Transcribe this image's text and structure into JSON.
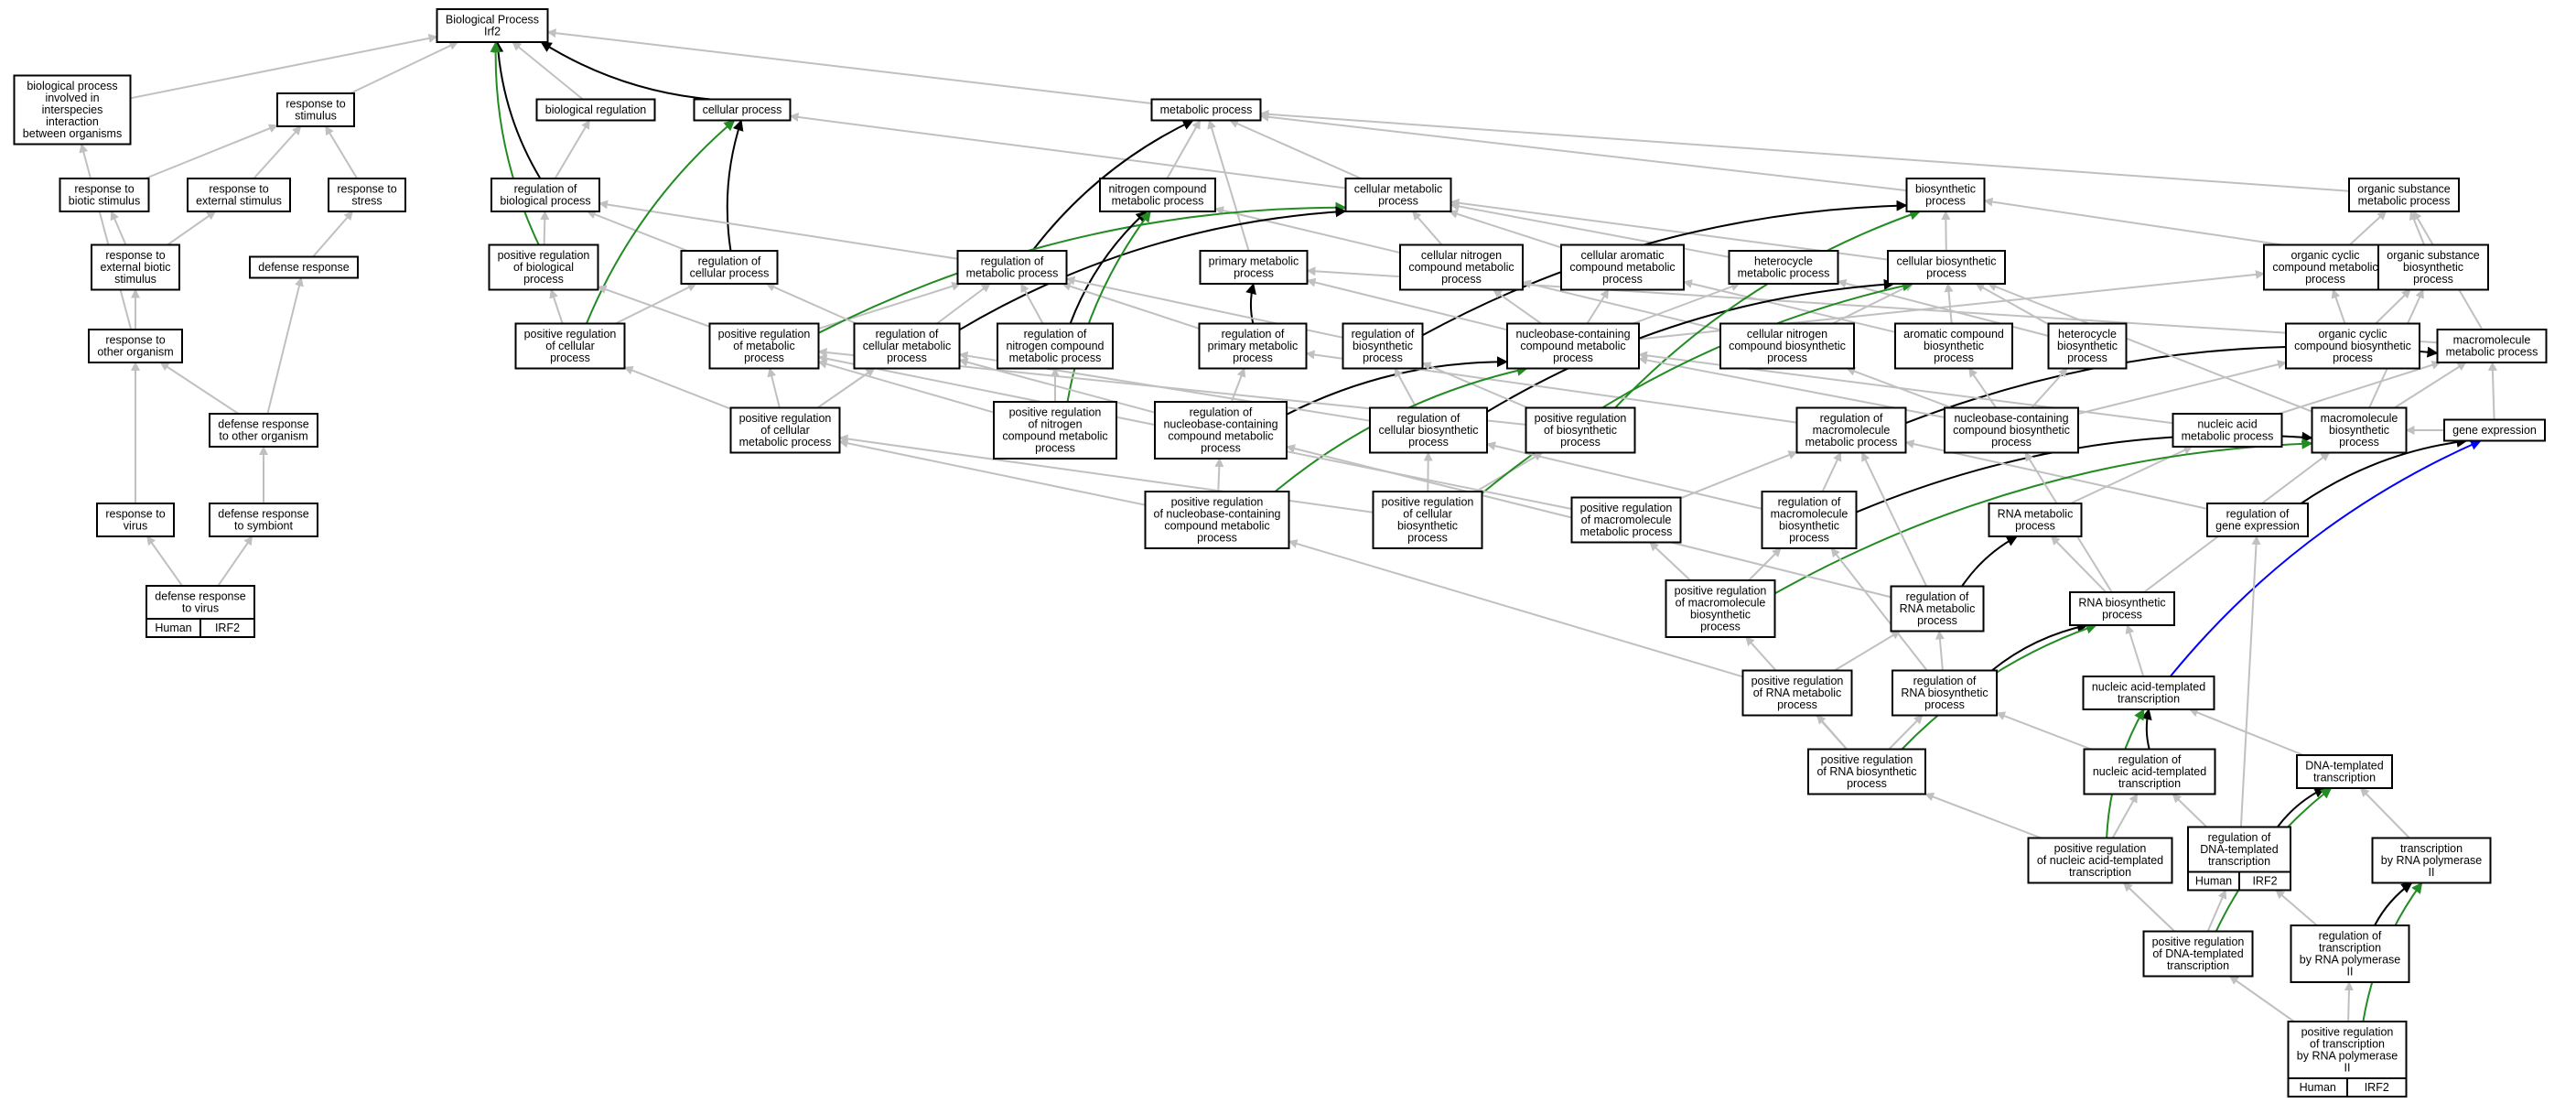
{
  "colors": {
    "default": "#c0c0c0",
    "direct": "#000000",
    "positive": "#228b22",
    "other": "#0000ff",
    "badge": "#f0553f"
  },
  "nodes": [
    {
      "id": "bp",
      "lines": [
        "Biological Process",
        "Irf2"
      ]
    },
    {
      "id": "bpinv",
      "lines": [
        "biological process",
        "involved in",
        "interspecies",
        "interaction",
        "between organisms"
      ]
    },
    {
      "id": "rstim",
      "lines": [
        "response to",
        "stimulus"
      ]
    },
    {
      "id": "breg",
      "lines": [
        "biological regulation"
      ]
    },
    {
      "id": "cproc",
      "lines": [
        "cellular process"
      ]
    },
    {
      "id": "mproc",
      "lines": [
        "metabolic process"
      ]
    },
    {
      "id": "rbiot",
      "lines": [
        "response to",
        "biotic stimulus"
      ]
    },
    {
      "id": "rext",
      "lines": [
        "response to",
        "external stimulus"
      ]
    },
    {
      "id": "rstress",
      "lines": [
        "response to",
        "stress"
      ]
    },
    {
      "id": "regbp",
      "lines": [
        "regulation of",
        "biological process"
      ]
    },
    {
      "id": "ncmp",
      "lines": [
        "nitrogen compound",
        "metabolic process"
      ]
    },
    {
      "id": "cmp",
      "lines": [
        "cellular metabolic",
        "process"
      ]
    },
    {
      "id": "biosyn",
      "lines": [
        "biosynthetic",
        "process"
      ]
    },
    {
      "id": "osmp",
      "lines": [
        "organic substance",
        "metabolic process"
      ]
    },
    {
      "id": "rextbiot",
      "lines": [
        "response to",
        "external biotic",
        "stimulus"
      ]
    },
    {
      "id": "defresp",
      "lines": [
        "defense response"
      ]
    },
    {
      "id": "posregbp",
      "lines": [
        "positive regulation",
        "of biological",
        "process"
      ]
    },
    {
      "id": "regcp",
      "lines": [
        "regulation of",
        "cellular process"
      ]
    },
    {
      "id": "regmp",
      "lines": [
        "regulation of",
        "metabolic process"
      ]
    },
    {
      "id": "pmp",
      "lines": [
        "primary metabolic",
        "process"
      ]
    },
    {
      "id": "cncmp",
      "lines": [
        "cellular nitrogen",
        "compound metabolic",
        "process"
      ]
    },
    {
      "id": "camp",
      "lines": [
        "cellular aromatic",
        "compound metabolic",
        "process"
      ]
    },
    {
      "id": "hmp",
      "lines": [
        "heterocycle",
        "metabolic process"
      ]
    },
    {
      "id": "cbp",
      "lines": [
        "cellular biosynthetic",
        "process"
      ]
    },
    {
      "id": "occmp",
      "lines": [
        "organic cyclic",
        "compound metabolic",
        "process"
      ]
    },
    {
      "id": "osbp",
      "lines": [
        "organic substance",
        "biosynthetic",
        "process"
      ]
    },
    {
      "id": "rother",
      "lines": [
        "response to",
        "other organism"
      ]
    },
    {
      "id": "posregcp",
      "lines": [
        "positive regulation",
        "of cellular",
        "process"
      ]
    },
    {
      "id": "posregmp",
      "lines": [
        "positive regulation",
        "of metabolic",
        "process"
      ]
    },
    {
      "id": "regcmp",
      "lines": [
        "regulation of",
        "cellular metabolic",
        "process"
      ]
    },
    {
      "id": "regncmp",
      "lines": [
        "regulation of",
        "nitrogen compound",
        "metabolic process"
      ]
    },
    {
      "id": "regpmp",
      "lines": [
        "regulation of",
        "primary metabolic",
        "process"
      ]
    },
    {
      "id": "regbiosyn",
      "lines": [
        "regulation of",
        "biosynthetic",
        "process"
      ]
    },
    {
      "id": "nbcmp",
      "lines": [
        "nucleobase-containing",
        "compound metabolic",
        "process"
      ]
    },
    {
      "id": "cncbp",
      "lines": [
        "cellular nitrogen",
        "compound biosynthetic",
        "process"
      ]
    },
    {
      "id": "acbp",
      "lines": [
        "aromatic compound",
        "biosynthetic",
        "process"
      ]
    },
    {
      "id": "hbp",
      "lines": [
        "heterocycle",
        "biosynthetic",
        "process"
      ]
    },
    {
      "id": "occbp",
      "lines": [
        "organic cyclic",
        "compound biosynthetic",
        "process"
      ]
    },
    {
      "id": "mmp",
      "lines": [
        "macromolecule",
        "metabolic process"
      ]
    },
    {
      "id": "defother",
      "lines": [
        "defense response",
        "to other organism"
      ]
    },
    {
      "id": "posregcmp",
      "lines": [
        "positive regulation",
        "of cellular",
        "metabolic process"
      ]
    },
    {
      "id": "posregncmp",
      "lines": [
        "positive regulation",
        "of nitrogen",
        "compound metabolic",
        "process"
      ]
    },
    {
      "id": "regnbcmp",
      "lines": [
        "regulation of",
        "nucleobase-containing",
        "compound metabolic",
        "process"
      ]
    },
    {
      "id": "regcbp",
      "lines": [
        "regulation of",
        "cellular biosynthetic",
        "process"
      ]
    },
    {
      "id": "posregbiosyn",
      "lines": [
        "positive regulation",
        "of biosynthetic",
        "process"
      ]
    },
    {
      "id": "regmmp",
      "lines": [
        "regulation of",
        "macromolecule",
        "metabolic process"
      ]
    },
    {
      "id": "nbcbp",
      "lines": [
        "nucleobase-containing",
        "compound biosynthetic",
        "process"
      ]
    },
    {
      "id": "namp",
      "lines": [
        "nucleic acid",
        "metabolic process"
      ]
    },
    {
      "id": "mbp",
      "lines": [
        "macromolecule",
        "biosynthetic",
        "process"
      ]
    },
    {
      "id": "gexp",
      "lines": [
        "gene expression"
      ]
    },
    {
      "id": "rvirus",
      "lines": [
        "response to",
        "virus"
      ]
    },
    {
      "id": "defsym",
      "lines": [
        "defense response",
        "to symbiont"
      ]
    },
    {
      "id": "posregnbcmp",
      "lines": [
        "positive regulation",
        "of nucleobase-containing",
        "compound metabolic",
        "process"
      ]
    },
    {
      "id": "posregcbp",
      "lines": [
        "positive regulation",
        "of cellular",
        "biosynthetic",
        "process"
      ]
    },
    {
      "id": "posregmmp",
      "lines": [
        "positive regulation",
        "of macromolecule",
        "metabolic process"
      ]
    },
    {
      "id": "regmbp",
      "lines": [
        "regulation of",
        "macromolecule",
        "biosynthetic",
        "process"
      ]
    },
    {
      "id": "rnamp",
      "lines": [
        "RNA metabolic",
        "process"
      ]
    },
    {
      "id": "reggexp",
      "lines": [
        "regulation of",
        "gene expression"
      ]
    },
    {
      "id": "defvirus",
      "lines": [
        "defense response",
        "to virus"
      ],
      "badge": [
        "Human",
        "IRF2"
      ]
    },
    {
      "id": "posregmbp",
      "lines": [
        "positive regulation",
        "of macromolecule",
        "biosynthetic",
        "process"
      ]
    },
    {
      "id": "regrnamp",
      "lines": [
        "regulation of",
        "RNA metabolic",
        "process"
      ]
    },
    {
      "id": "rnabp",
      "lines": [
        "RNA biosynthetic",
        "process"
      ]
    },
    {
      "id": "posregrnamp",
      "lines": [
        "positive regulation",
        "of RNA metabolic",
        "process"
      ]
    },
    {
      "id": "regrnabp",
      "lines": [
        "regulation of",
        "RNA biosynthetic",
        "process"
      ]
    },
    {
      "id": "natt",
      "lines": [
        "nucleic acid-templated",
        "transcription"
      ]
    },
    {
      "id": "posregrnabp",
      "lines": [
        "positive regulation",
        "of RNA biosynthetic",
        "process"
      ]
    },
    {
      "id": "regnatt",
      "lines": [
        "regulation of",
        "nucleic acid-templated",
        "transcription"
      ]
    },
    {
      "id": "dnatt",
      "lines": [
        "DNA-templated",
        "transcription"
      ]
    },
    {
      "id": "regdnatt",
      "lines": [
        "regulation of",
        "DNA-templated",
        "transcription"
      ],
      "badge": [
        "Human",
        "IRF2"
      ]
    },
    {
      "id": "posregnatt",
      "lines": [
        "positive regulation",
        "of nucleic acid-templated",
        "transcription"
      ]
    },
    {
      "id": "trnapol",
      "lines": [
        "transcription",
        "by RNA polymerase",
        "II"
      ]
    },
    {
      "id": "posregdnatt",
      "lines": [
        "positive regulation",
        "of DNA-templated",
        "transcription"
      ]
    },
    {
      "id": "regtrnapol",
      "lines": [
        "regulation of",
        "transcription",
        "by RNA polymerase",
        "II"
      ]
    },
    {
      "id": "posregtrnapol",
      "lines": [
        "positive regulation",
        "of transcription",
        "by RNA polymerase",
        "II"
      ],
      "badge": [
        "Human",
        "IRF2"
      ]
    }
  ],
  "edges": [
    [
      "bpinv",
      "bp",
      "d"
    ],
    [
      "rstim",
      "bp",
      "d"
    ],
    [
      "breg",
      "bp",
      "d"
    ],
    [
      "cproc",
      "bp",
      "k"
    ],
    [
      "mproc",
      "bp",
      "d"
    ],
    [
      "rbiot",
      "rstim",
      "d"
    ],
    [
      "rext",
      "rstim",
      "d"
    ],
    [
      "rstress",
      "rstim",
      "d"
    ],
    [
      "regbp",
      "breg",
      "d"
    ],
    [
      "regbp",
      "bp",
      "k"
    ],
    [
      "ncmp",
      "mproc",
      "d"
    ],
    [
      "cmp",
      "mproc",
      "d"
    ],
    [
      "cmp",
      "cproc",
      "d"
    ],
    [
      "biosyn",
      "mproc",
      "d"
    ],
    [
      "osmp",
      "mproc",
      "d"
    ],
    [
      "rextbiot",
      "rbiot",
      "d"
    ],
    [
      "rextbiot",
      "rext",
      "d"
    ],
    [
      "defresp",
      "rstress",
      "d"
    ],
    [
      "posregbp",
      "regbp",
      "d"
    ],
    [
      "posregbp",
      "bp",
      "g"
    ],
    [
      "regcp",
      "regbp",
      "d"
    ],
    [
      "regcp",
      "cproc",
      "k"
    ],
    [
      "regmp",
      "regbp",
      "d"
    ],
    [
      "regmp",
      "mproc",
      "k"
    ],
    [
      "pmp",
      "mproc",
      "d"
    ],
    [
      "cncmp",
      "ncmp",
      "d"
    ],
    [
      "cncmp",
      "cmp",
      "d"
    ],
    [
      "camp",
      "cmp",
      "d"
    ],
    [
      "hmp",
      "cmp",
      "d"
    ],
    [
      "cbp",
      "cmp",
      "d"
    ],
    [
      "cbp",
      "biosyn",
      "d"
    ],
    [
      "occmp",
      "osmp",
      "d"
    ],
    [
      "osbp",
      "osmp",
      "d"
    ],
    [
      "osbp",
      "biosyn",
      "d"
    ],
    [
      "rother",
      "bpinv",
      "d"
    ],
    [
      "rother",
      "rextbiot",
      "d"
    ],
    [
      "posregcp",
      "regcp",
      "d"
    ],
    [
      "posregcp",
      "cproc",
      "g"
    ],
    [
      "posregcp",
      "posregbp",
      "d"
    ],
    [
      "posregmp",
      "regmp",
      "d"
    ],
    [
      "posregmp",
      "posregbp",
      "d"
    ],
    [
      "posregmp",
      "cmp",
      "g"
    ],
    [
      "regcmp",
      "regmp",
      "d"
    ],
    [
      "regcmp",
      "regcp",
      "d"
    ],
    [
      "regcmp",
      "cmp",
      "k"
    ],
    [
      "regncmp",
      "regmp",
      "d"
    ],
    [
      "regncmp",
      "ncmp",
      "k"
    ],
    [
      "regpmp",
      "regmp",
      "d"
    ],
    [
      "regpmp",
      "pmp",
      "k"
    ],
    [
      "regbiosyn",
      "regmp",
      "d"
    ],
    [
      "regbiosyn",
      "biosyn",
      "k"
    ],
    [
      "nbcmp",
      "cncmp",
      "d"
    ],
    [
      "nbcmp",
      "camp",
      "d"
    ],
    [
      "nbcmp",
      "hmp",
      "d"
    ],
    [
      "nbcmp",
      "pmp",
      "d"
    ],
    [
      "nbcmp",
      "occmp",
      "d"
    ],
    [
      "cncbp",
      "cncmp",
      "d"
    ],
    [
      "cncbp",
      "cbp",
      "d"
    ],
    [
      "acbp",
      "camp",
      "d"
    ],
    [
      "acbp",
      "cbp",
      "d"
    ],
    [
      "hbp",
      "hmp",
      "d"
    ],
    [
      "hbp",
      "cbp",
      "d"
    ],
    [
      "occbp",
      "occmp",
      "d"
    ],
    [
      "occbp",
      "osbp",
      "d"
    ],
    [
      "mmp",
      "pmp",
      "d"
    ],
    [
      "mmp",
      "osmp",
      "d"
    ],
    [
      "defother",
      "rother",
      "d"
    ],
    [
      "defother",
      "defresp",
      "d"
    ],
    [
      "posregcmp",
      "posregmp",
      "d"
    ],
    [
      "posregcmp",
      "regcmp",
      "d"
    ],
    [
      "posregcmp",
      "posregcp",
      "d"
    ],
    [
      "posregncmp",
      "posregmp",
      "d"
    ],
    [
      "posregncmp",
      "regncmp",
      "d"
    ],
    [
      "posregncmp",
      "ncmp",
      "g"
    ],
    [
      "regnbcmp",
      "regcmp",
      "d"
    ],
    [
      "regnbcmp",
      "regpmp",
      "d"
    ],
    [
      "regnbcmp",
      "nbcmp",
      "k"
    ],
    [
      "regcbp",
      "regcmp",
      "d"
    ],
    [
      "regcbp",
      "regbiosyn",
      "d"
    ],
    [
      "regcbp",
      "cbp",
      "k"
    ],
    [
      "posregbiosyn",
      "regbiosyn",
      "d"
    ],
    [
      "posregbiosyn",
      "posregmp",
      "d"
    ],
    [
      "posregbiosyn",
      "biosyn",
      "g"
    ],
    [
      "regmmp",
      "regpmp",
      "d"
    ],
    [
      "regmmp",
      "mmp",
      "k"
    ],
    [
      "nbcbp",
      "nbcmp",
      "d"
    ],
    [
      "nbcbp",
      "cncbp",
      "d"
    ],
    [
      "nbcbp",
      "acbp",
      "d"
    ],
    [
      "nbcbp",
      "hbp",
      "d"
    ],
    [
      "nbcbp",
      "occbp",
      "d"
    ],
    [
      "namp",
      "nbcmp",
      "d"
    ],
    [
      "namp",
      "mmp",
      "d"
    ],
    [
      "mbp",
      "mmp",
      "d"
    ],
    [
      "mbp",
      "cbp",
      "d"
    ],
    [
      "mbp",
      "osbp",
      "d"
    ],
    [
      "gexp",
      "mmp",
      "d"
    ],
    [
      "gexp",
      "mbp",
      "d"
    ],
    [
      "rvirus",
      "rother",
      "d"
    ],
    [
      "defsym",
      "defother",
      "d"
    ],
    [
      "posregnbcmp",
      "regnbcmp",
      "d"
    ],
    [
      "posregnbcmp",
      "posregcmp",
      "d"
    ],
    [
      "posregnbcmp",
      "nbcmp",
      "g"
    ],
    [
      "posregcbp",
      "regcbp",
      "d"
    ],
    [
      "posregcbp",
      "posregbiosyn",
      "d"
    ],
    [
      "posregcbp",
      "posregcmp",
      "d"
    ],
    [
      "posregcbp",
      "cbp",
      "g"
    ],
    [
      "posregmmp",
      "regmmp",
      "d"
    ],
    [
      "posregmmp",
      "posregmp",
      "d"
    ],
    [
      "regmbp",
      "regmmp",
      "d"
    ],
    [
      "regmbp",
      "regcbp",
      "d"
    ],
    [
      "regmbp",
      "mbp",
      "k"
    ],
    [
      "rnamp",
      "namp",
      "d"
    ],
    [
      "reggexp",
      "regmmp",
      "d"
    ],
    [
      "reggexp",
      "gexp",
      "k"
    ],
    [
      "defvirus",
      "rvirus",
      "d"
    ],
    [
      "defvirus",
      "defsym",
      "d"
    ],
    [
      "posregmbp",
      "regmbp",
      "d"
    ],
    [
      "posregmbp",
      "posregmmp",
      "d"
    ],
    [
      "posregmbp",
      "mbp",
      "g"
    ],
    [
      "regrnamp",
      "regnbcmp",
      "d"
    ],
    [
      "regrnamp",
      "regmmp",
      "d"
    ],
    [
      "regrnamp",
      "rnamp",
      "k"
    ],
    [
      "rnabp",
      "rnamp",
      "d"
    ],
    [
      "rnabp",
      "nbcbp",
      "d"
    ],
    [
      "rnabp",
      "mbp",
      "d"
    ],
    [
      "posregrnamp",
      "regrnamp",
      "d"
    ],
    [
      "posregrnamp",
      "posregnbcmp",
      "d"
    ],
    [
      "regrnabp",
      "regrnamp",
      "d"
    ],
    [
      "regrnabp",
      "regmbp",
      "d"
    ],
    [
      "regrnabp",
      "rnabp",
      "k"
    ],
    [
      "natt",
      "rnabp",
      "d"
    ],
    [
      "natt",
      "gexp",
      "b"
    ],
    [
      "posregrnabp",
      "regrnabp",
      "d"
    ],
    [
      "posregrnabp",
      "posregrnamp",
      "d"
    ],
    [
      "posregrnabp",
      "posregmbp",
      "d"
    ],
    [
      "posregrnabp",
      "rnabp",
      "g"
    ],
    [
      "regnatt",
      "regrnabp",
      "d"
    ],
    [
      "regnatt",
      "natt",
      "k"
    ],
    [
      "dnatt",
      "natt",
      "d"
    ],
    [
      "regdnatt",
      "regnatt",
      "d"
    ],
    [
      "regdnatt",
      "reggexp",
      "d"
    ],
    [
      "regdnatt",
      "dnatt",
      "k"
    ],
    [
      "posregnatt",
      "regnatt",
      "d"
    ],
    [
      "posregnatt",
      "posregrnabp",
      "d"
    ],
    [
      "posregnatt",
      "natt",
      "g"
    ],
    [
      "trnapol",
      "dnatt",
      "d"
    ],
    [
      "posregdnatt",
      "regdnatt",
      "d"
    ],
    [
      "posregdnatt",
      "posregnatt",
      "d"
    ],
    [
      "posregdnatt",
      "dnatt",
      "g"
    ],
    [
      "regtrnapol",
      "regdnatt",
      "d"
    ],
    [
      "regtrnapol",
      "trnapol",
      "k"
    ],
    [
      "posregtrnapol",
      "regtrnapol",
      "d"
    ],
    [
      "posregtrnapol",
      "posregdnatt",
      "d"
    ],
    [
      "posregtrnapol",
      "trnapol",
      "g"
    ]
  ]
}
